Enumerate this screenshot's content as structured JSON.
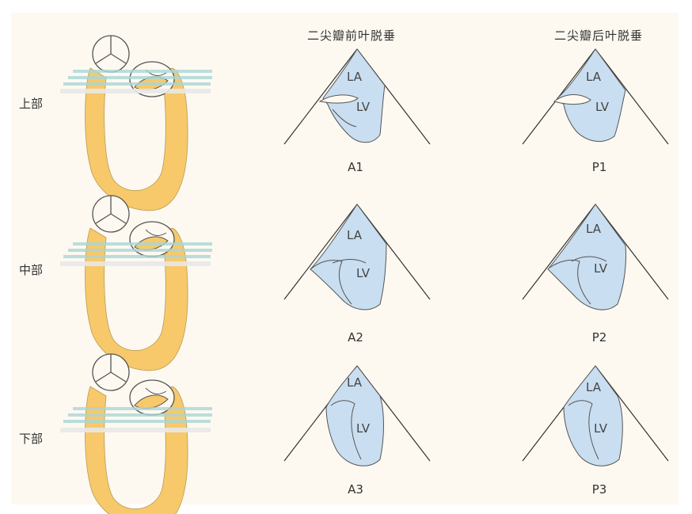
{
  "columns": {
    "anterior": "二尖瓣前叶脱垂",
    "posterior": "二尖瓣后叶脱垂"
  },
  "rows": [
    {
      "label": "上部",
      "anterior_view": "A1",
      "posterior_view": "P1"
    },
    {
      "label": "中部",
      "anterior_view": "A2",
      "posterior_view": "P2"
    },
    {
      "label": "下部",
      "anterior_view": "A3",
      "posterior_view": "P3"
    }
  ],
  "chambers": {
    "left_atrium": "LA",
    "left_ventricle": "LV"
  },
  "colors": {
    "heart_wall": "#f7c96b",
    "chamber_fill": "#c9def0",
    "scan_plane": "#a9d6d6",
    "panel_bg": "#fdf9f1",
    "outline": "#555555"
  }
}
